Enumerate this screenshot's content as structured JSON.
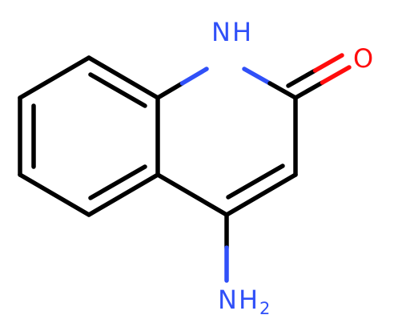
{
  "molecule": {
    "atom_labels": {
      "nh_n": "N",
      "nh_h": "H",
      "carbonyl_o": "O",
      "amine_n": "N",
      "amine_h": "H",
      "amine_sub": "2"
    },
    "colors": {
      "nitrogen": "#3050F8",
      "oxygen": "#FF0D0D",
      "carbon_bond": "#000000",
      "background": "#FFFFFF"
    }
  }
}
